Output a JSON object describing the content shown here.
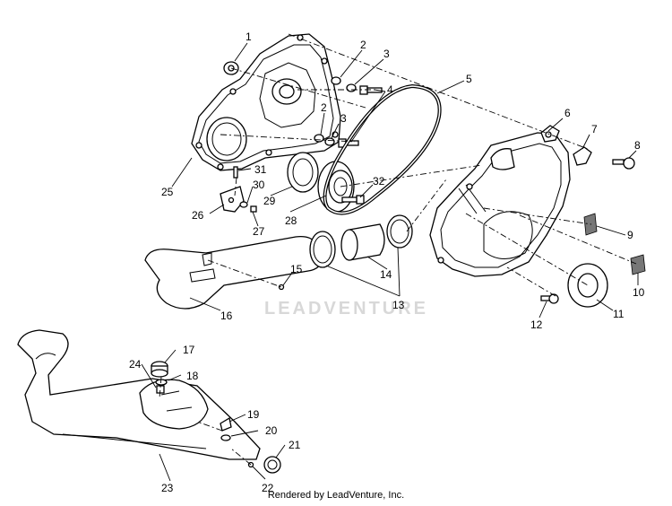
{
  "watermark": "LEADVENTURE",
  "credit": "Rendered by LeadVenture, Inc.",
  "callouts": {
    "c1": "1",
    "c2a": "2",
    "c3a": "3",
    "c4": "4",
    "c5": "5",
    "c2b": "2",
    "c3b": "3",
    "c6": "6",
    "c7": "7",
    "c8": "8",
    "c9": "9",
    "c10": "10",
    "c11": "11",
    "c12": "12",
    "c13": "13",
    "c14": "14",
    "c15": "15",
    "c16": "16",
    "c17": "17",
    "c18": "18",
    "c19": "19",
    "c20": "20",
    "c21": "21",
    "c22": "22",
    "c23": "23",
    "c24": "24",
    "c25": "25",
    "c26": "26",
    "c27": "27",
    "c28": "28",
    "c29": "29",
    "c30": "30",
    "c31": "31",
    "c32": "32"
  }
}
